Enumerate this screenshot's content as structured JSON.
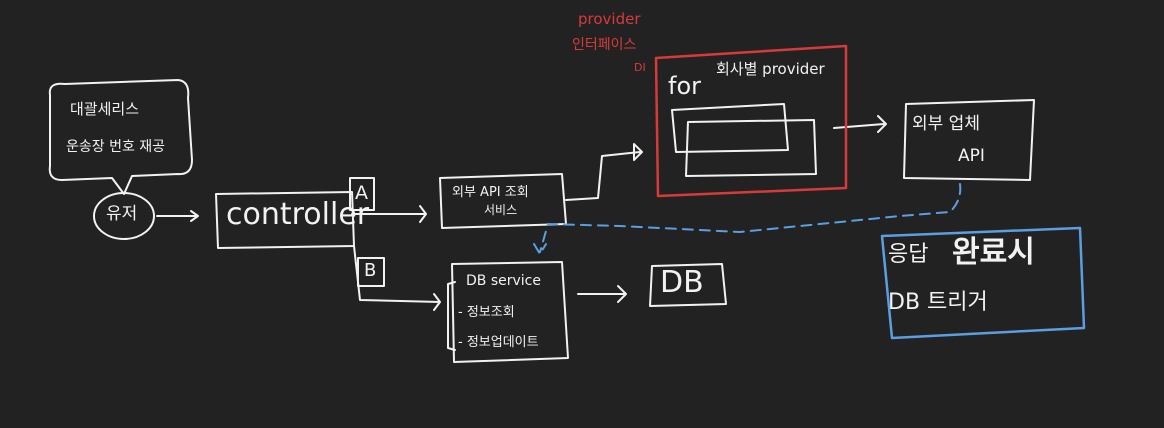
{
  "nodes": {
    "note": {
      "line1": "대괄세리스",
      "line2": "운송장 번호 재공"
    },
    "user": {
      "label": "유저"
    },
    "controller": {
      "label": "controller"
    },
    "branch_a": {
      "label": "A"
    },
    "branch_b": {
      "label": "B"
    },
    "external_api_service": {
      "line1": "외부 API 조회",
      "line2": "서비스"
    },
    "db_service": {
      "title": "DB service",
      "item1": "- 정보조회",
      "item2": "- 정보업데이트"
    },
    "db": {
      "label": "DB"
    },
    "provider_box": {
      "for_label": "for",
      "title": "회사별 provider"
    },
    "provider_interface_note": {
      "line1": "provider",
      "line2": "인터페이스",
      "line3": "DI"
    },
    "external_api": {
      "line1": "외부 업체",
      "line2": "API"
    },
    "response_box": {
      "line1": "응답",
      "emphasis": "완료시",
      "line2": "DB 트리거"
    }
  },
  "colors": {
    "background": "#222222",
    "stroke": "#f2f2f2",
    "provider_accent": "#d83a3a",
    "response_accent": "#5a9fe0"
  }
}
